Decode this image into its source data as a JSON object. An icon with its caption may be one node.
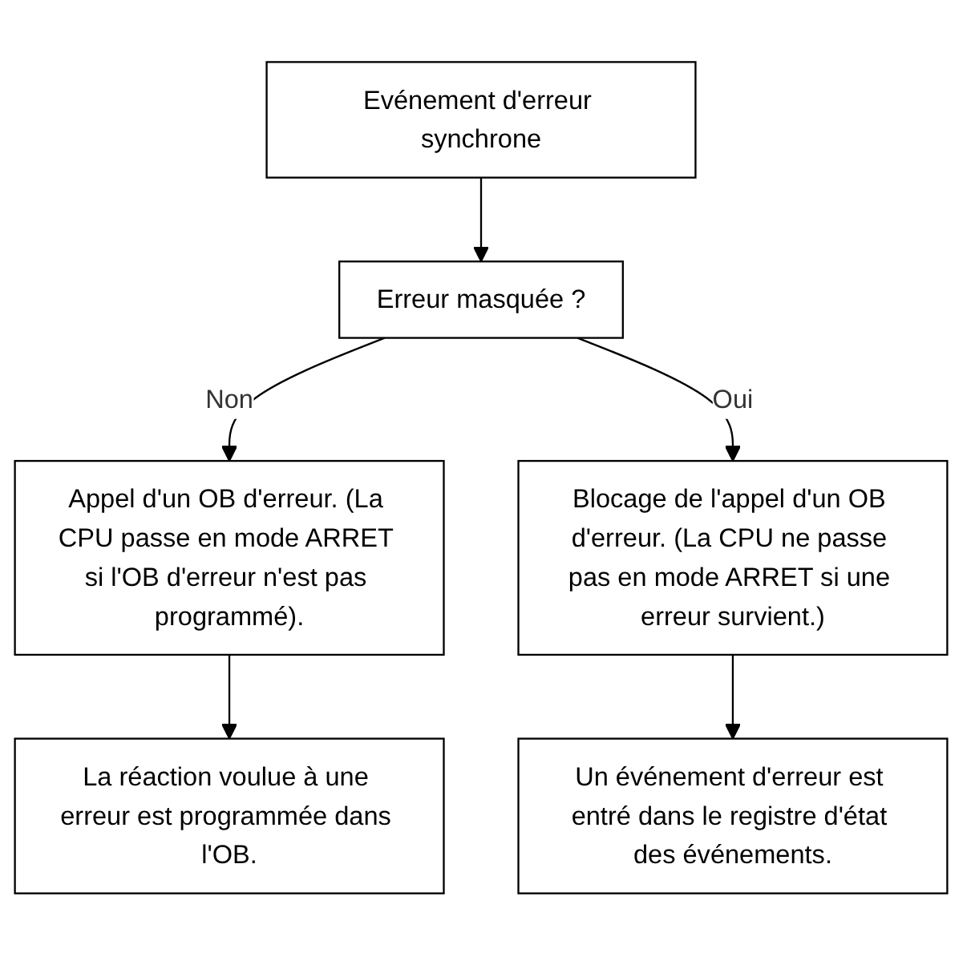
{
  "diagram": {
    "nodes": [
      {
        "text": [
          "Evénement d'erreur synchrone"
        ]
      },
      {
        "text": [
          "Erreur masquée ?"
        ]
      },
      {
        "text": [
          "Appel d'un OB d'erreur. (La CPU passe en mode ARRET si l'OB d'erreur n'est pas programmé)."
        ]
      },
      {
        "text": [
          "Blocage de l'appel d'un OB d'erreur. (La CPU ne passe pas en mode ARRET si une erreur survient.)"
        ]
      },
      {
        "text": [
          "La réaction voulue à une erreur est programmée dans l'OB."
        ]
      },
      {
        "text": [
          "Un événement d'erreur est entré dans le registre d'état des événements."
        ]
      }
    ],
    "edges": [
      {
        "from": 0,
        "to": 1,
        "arrow": "to"
      },
      {
        "from": 1,
        "to": 2,
        "arrow": "to",
        "label": "Non"
      },
      {
        "from": 1,
        "to": 3,
        "arrow": "to",
        "label": "Oui"
      },
      {
        "from": 2,
        "to": 4,
        "arrow": "to"
      },
      {
        "from": 3,
        "to": 5,
        "arrow": "to"
      }
    ]
  }
}
